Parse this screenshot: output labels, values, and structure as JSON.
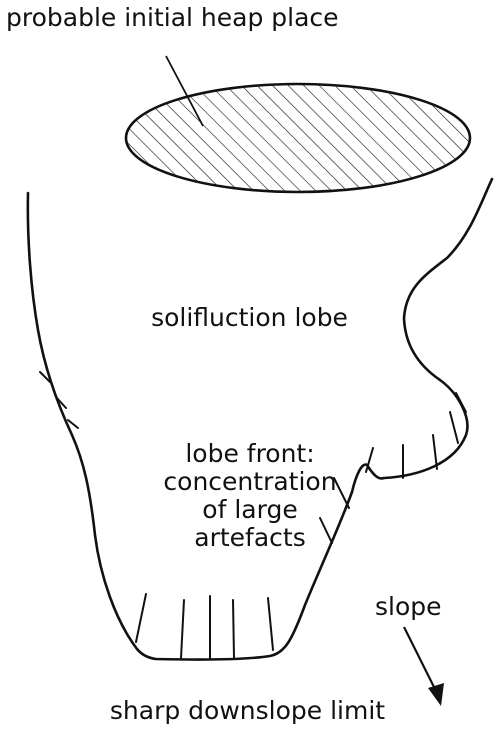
{
  "labels": {
    "heap_place": "probable initial heap place",
    "lobe": "solifluction lobe",
    "front_lines": [
      "lobe front:",
      "concentration",
      "of large",
      "artefacts"
    ],
    "slope": "slope",
    "limit": "sharp downslope limit"
  },
  "colors": {
    "stroke": "#111111",
    "background": "#ffffff"
  }
}
